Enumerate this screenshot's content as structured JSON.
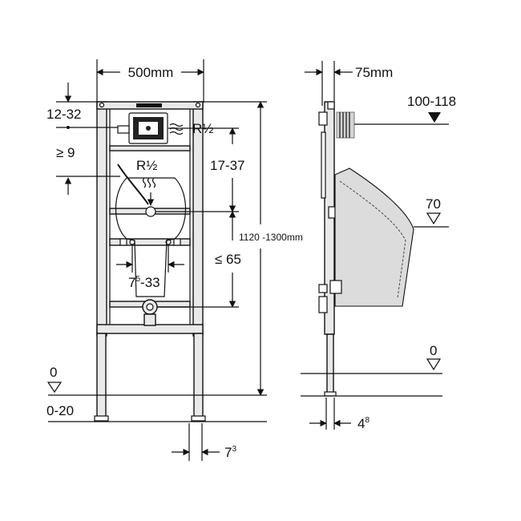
{
  "front_view": {
    "width_label": "500mm",
    "label_12_32": "12-32",
    "label_ge9": "≥ 9",
    "label_r_half_right": "R½",
    "label_r_half_center": "R½",
    "label_17_37": "17-37",
    "label_height_range": "1120 -1300mm",
    "label_le65": "≤ 65",
    "label_7_5_33_base": "7",
    "label_7_5_33_sup": "5",
    "label_7_5_33_rest": "-33",
    "label_floor_0": "0",
    "label_0_20": "0-20",
    "label_7_3_base": "7",
    "label_7_3_sup": "3"
  },
  "side_view": {
    "depth_label": "75mm",
    "label_100_118": "100-118",
    "label_70": "70",
    "label_floor_0": "0",
    "label_4_8_base": "4",
    "label_4_8_sup": "8"
  }
}
